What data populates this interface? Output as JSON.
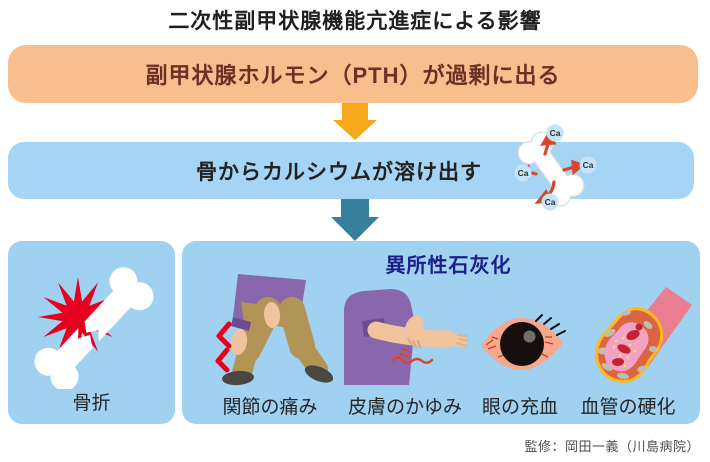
{
  "page": {
    "title": "二次性副甲状腺機能亢進症による影響",
    "credit": "監修：岡田一義（川島病院）"
  },
  "flow": {
    "step1": {
      "label": "副甲状腺ホルモン（PTH）が過剰に出る",
      "bg_color": "#F8BE8E",
      "text_color": "#6A3126"
    },
    "arrow1": {
      "icon": "down-arrow-icon",
      "color": "#F7A81B"
    },
    "step2": {
      "label": "骨からカルシウムが溶け出す",
      "bg_color": "#A5D4F5",
      "bone_icon": "bone-calcium-icon",
      "ca_label": "Ca"
    },
    "arrow2": {
      "icon": "down-arrow-icon",
      "color": "#36809E"
    },
    "outcomes": {
      "bg_color": "#A0D1F1",
      "fracture": {
        "label": "骨折",
        "icon": "fracture-bone-icon"
      },
      "calcification": {
        "heading": "異所性石灰化",
        "heading_color": "#1B2088",
        "items": [
          {
            "label": "関節の痛み",
            "icon": "joint-pain-icon"
          },
          {
            "label": "皮膚のかゆみ",
            "icon": "skin-itch-icon"
          },
          {
            "label": "眼の充血",
            "icon": "red-eye-icon"
          },
          {
            "label": "血管の硬化",
            "icon": "vessel-hardening-icon"
          }
        ]
      }
    }
  }
}
